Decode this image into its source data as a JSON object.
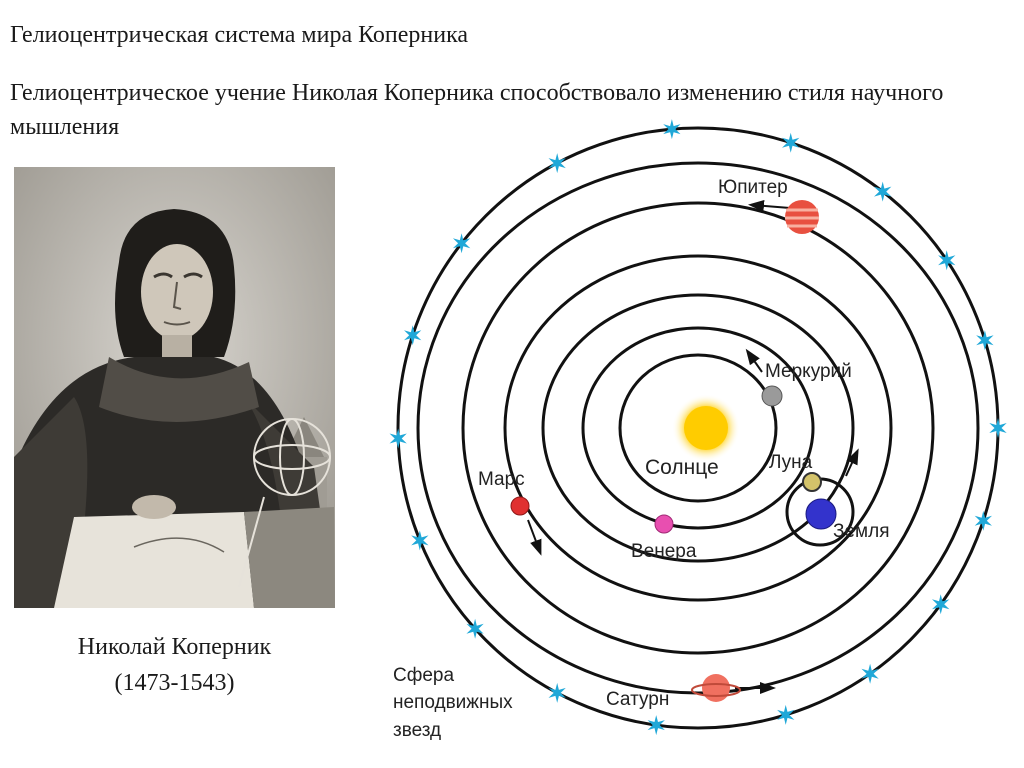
{
  "title": "Гелиоцентрическая система мира Коперника",
  "subtitle": "Гелиоцентрическое учение Николая Коперника способствовало изменению стиля научного мышления",
  "portrait": {
    "caption_name": "Николай Коперник",
    "caption_years": "(1473-1543)"
  },
  "diagram": {
    "center_label": "Солнце",
    "bodies": {
      "mercury": "Меркурий",
      "venus": "Венера",
      "earth": "Земля",
      "moon": "Луна",
      "mars": "Марс",
      "jupiter": "Юпитер",
      "saturn": "Сатурн"
    },
    "stars_label_lines": [
      "Сфера",
      "неподвижных",
      "звезд"
    ],
    "colors": {
      "sun": "#ffcc00",
      "mercury": "#9a9a9a",
      "venus": "#e84fb0",
      "earth": "#3333cc",
      "mars": "#e03030",
      "jupiter": "#e85040",
      "saturn": "#f07060",
      "star": "#20a8d8"
    }
  }
}
